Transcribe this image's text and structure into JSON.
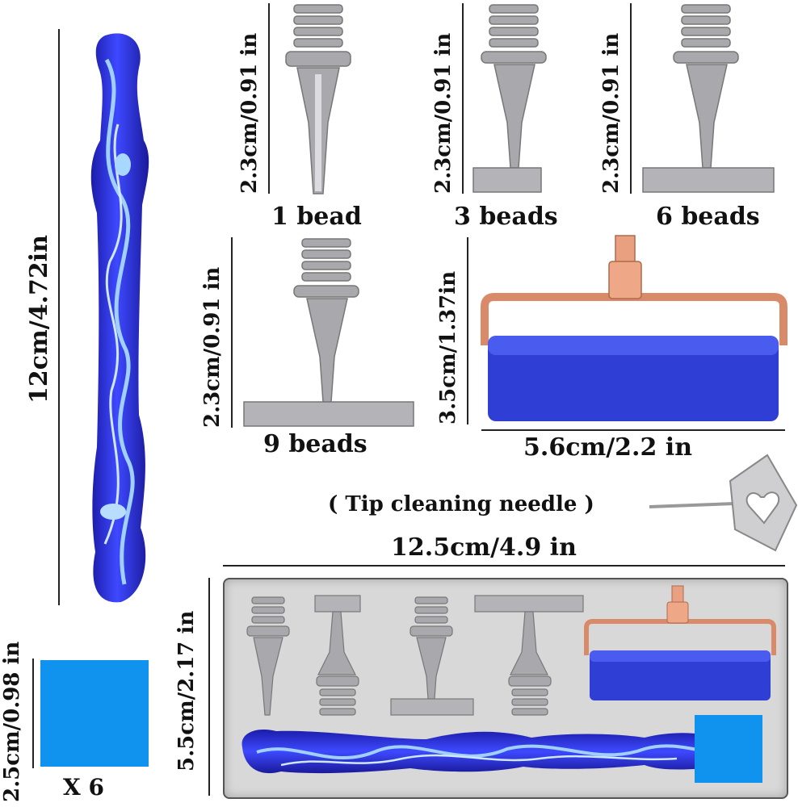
{
  "labels": {
    "pen_length": "12cm/4.72in",
    "tip1_height": "2.3cm/0.91 in",
    "tip1_name": "1 bead",
    "tip3_height": "2.3cm/0.91 in",
    "tip3_name": "3 beads",
    "tip6_height": "2.3cm/0.91 in",
    "tip6_name": "6 beads",
    "tip9_height": "2.3cm/0.91 in",
    "tip9_name": "9 beads",
    "roller_height": "3.5cm/1.37in",
    "roller_width": "5.6cm/2.2 in",
    "needle_name": "( Tip cleaning needle )",
    "tray_width": "12.5cm/4.9 in",
    "tray_height": "5.5cm/2.17 in",
    "square_size": "2.5cm/0.98 in",
    "square_count": "X 6"
  },
  "colors": {
    "pen_blue": "#2a2fd8",
    "pen_light": "#8fc7ff",
    "metal": "#b8b8bc",
    "copper": "#e49a7a",
    "roller_blue": "#2f3fd6",
    "square_blue": "#0f93ef"
  }
}
